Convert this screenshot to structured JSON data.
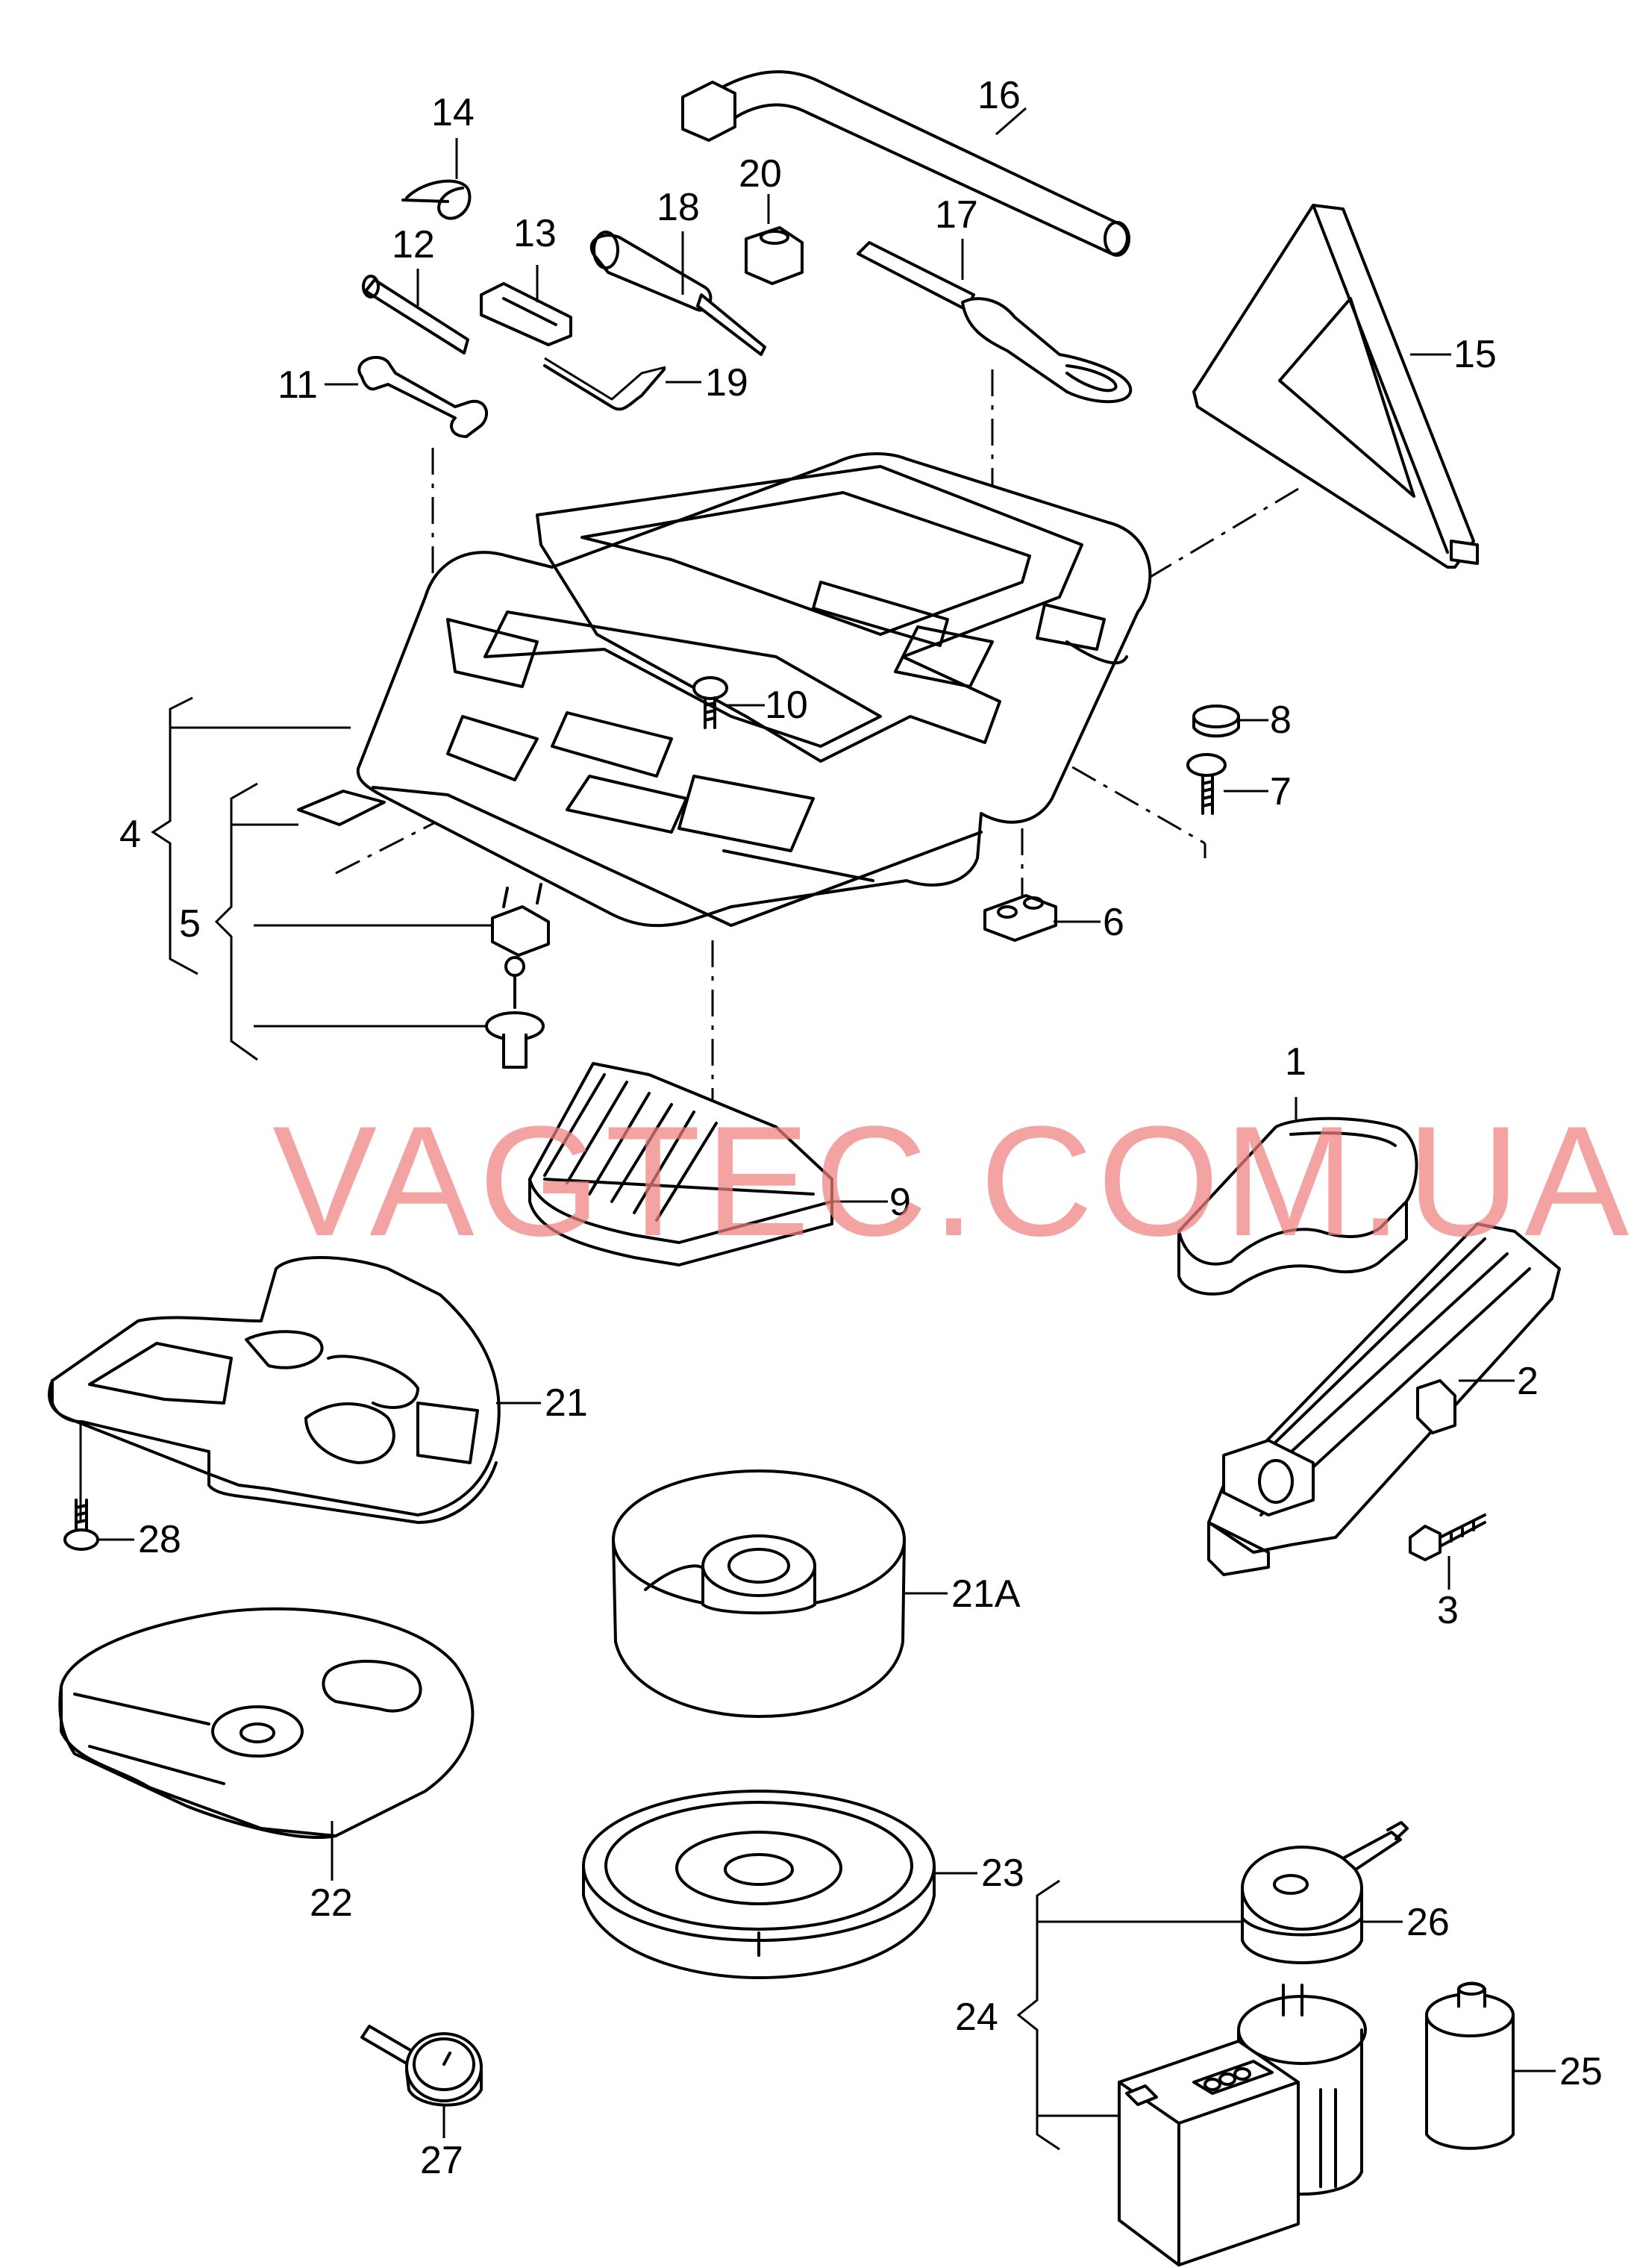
{
  "watermark": "VAGTEC.COM.UA",
  "callouts": [
    "1",
    "2",
    "3",
    "4",
    "5",
    "6",
    "7",
    "8",
    "9",
    "10",
    "11",
    "12",
    "13",
    "14",
    "15",
    "16",
    "17",
    "18",
    "19",
    "20",
    "21",
    "21A",
    "22",
    "23",
    "24",
    "25",
    "26",
    "27",
    "28"
  ]
}
